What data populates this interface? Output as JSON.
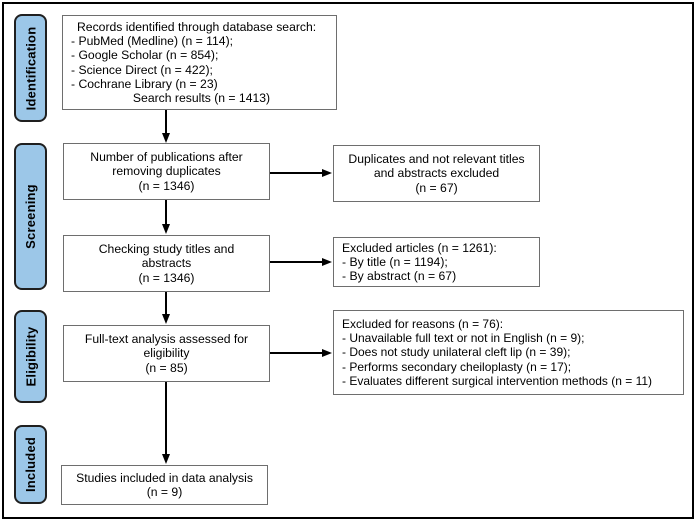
{
  "stages": [
    {
      "label": "Identification"
    },
    {
      "label": "Screening"
    },
    {
      "label": "Eligibility"
    },
    {
      "label": "Included"
    }
  ],
  "boxes": {
    "records": {
      "lines": [
        "Records identified through database search:",
        "- PubMed (Medline) (n = 114);",
        "- Google Scholar (n = 854);",
        "- Science Direct (n = 422);",
        "- Cochrane Library (n = 23)",
        "Search results (n = 1413)"
      ]
    },
    "after_duplicates": {
      "lines": [
        "Number of publications after",
        "removing duplicates",
        "(n = 1346)"
      ]
    },
    "duplicates_excluded": {
      "lines": [
        "Duplicates and not relevant titles",
        "and abstracts excluded",
        "(n = 67)"
      ]
    },
    "title_abstract": {
      "lines": [
        "Checking study titles and",
        "abstracts",
        "(n = 1346)"
      ]
    },
    "excluded_articles": {
      "lines": [
        "Excluded articles (n = 1261):",
        "- By title (n = 1194);",
        "- By abstract (n = 67)"
      ]
    },
    "full_text": {
      "lines": [
        "Full-text analysis assessed for",
        "eligibility",
        "(n = 85)"
      ]
    },
    "excluded_reasons": {
      "lines": [
        "Excluded for reasons (n = 76):",
        "- Unavailable full text or not in English (n = 9);",
        "- Does not study unilateral cleft lip (n = 39);",
        "- Performs secondary cheiloplasty (n = 17);",
        "- Evaluates different surgical intervention methods (n = 11)"
      ]
    },
    "included_studies": {
      "lines": [
        "Studies included in data analysis",
        "(n = 9)"
      ]
    }
  },
  "colors": {
    "background": "#ffffff",
    "outer_border": "#000000",
    "stage_fill": "#9CC7E8",
    "stage_border": "#1f1f1f",
    "box_border": "#6e6e6e",
    "arrow": "#000000",
    "text": "#000000"
  }
}
